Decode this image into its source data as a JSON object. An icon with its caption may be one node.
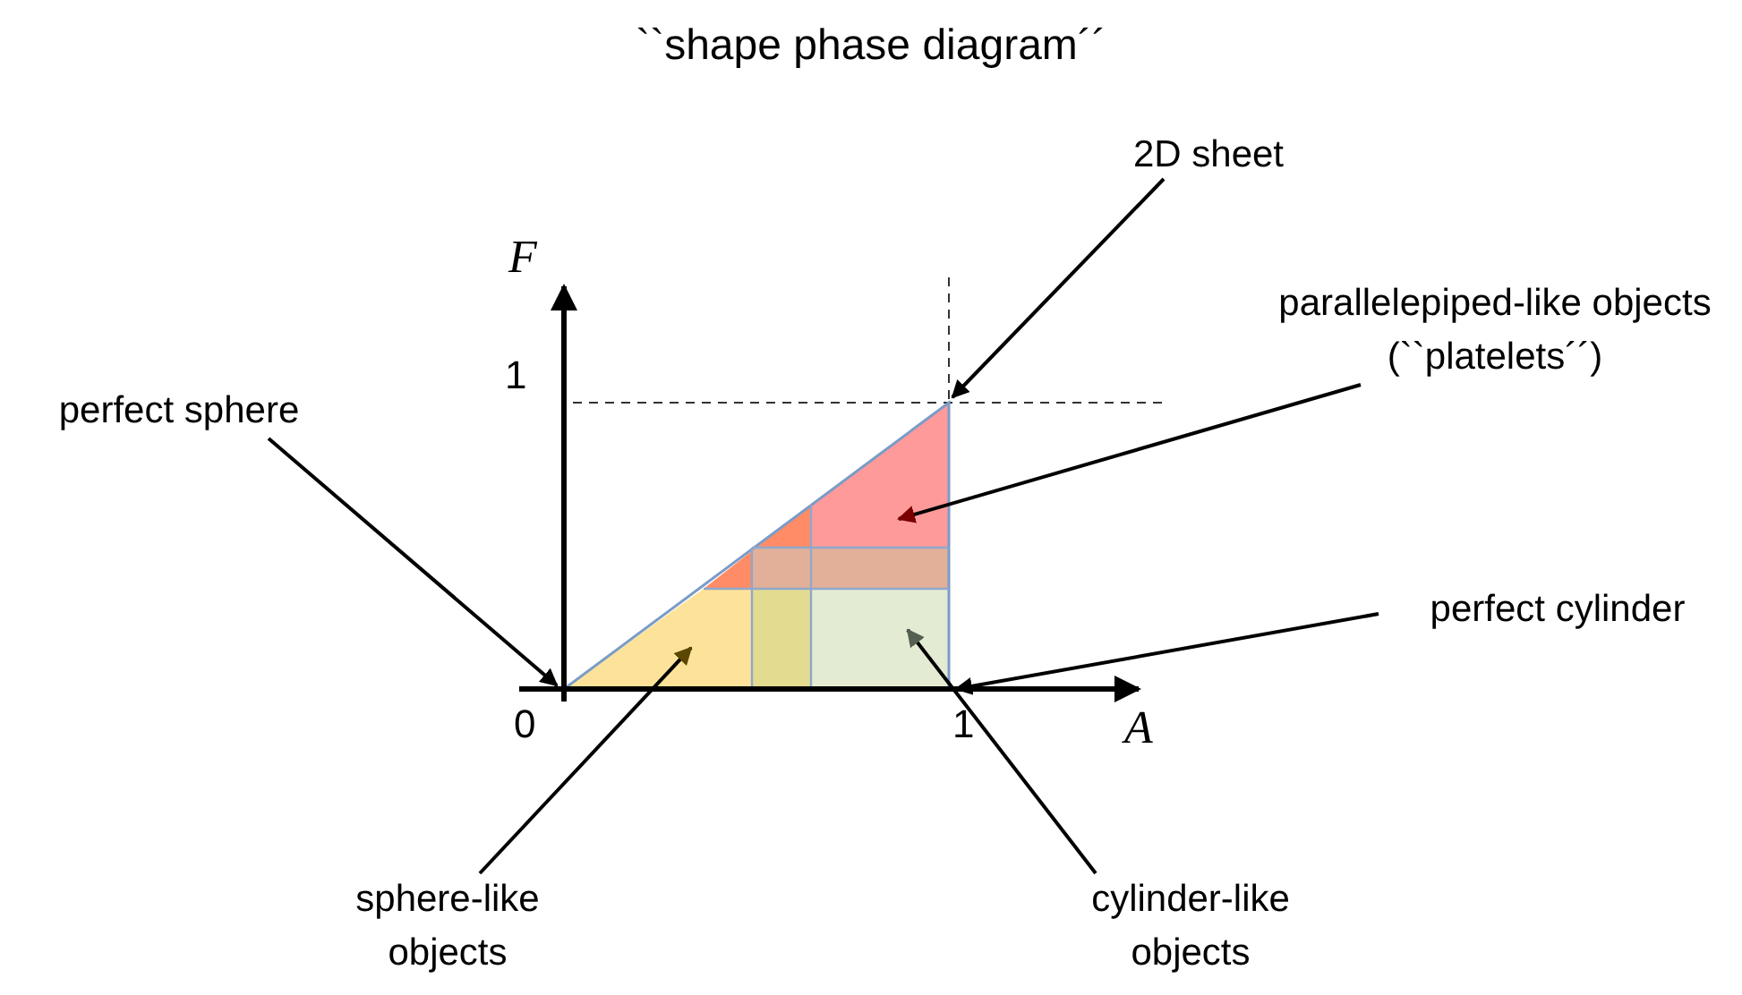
{
  "diagram": {
    "title": "``shape phase diagram´´",
    "nodes": [
      {
        "text": [
          "2D sheet"
        ]
      },
      {
        "text": [
          "parallelepiped-like objects (``platelets´´)"
        ]
      },
      {
        "text": [
          "perfect sphere"
        ]
      },
      {
        "text": [
          "perfect cylinder"
        ]
      },
      {
        "text": [
          "sphere-like objects"
        ]
      },
      {
        "text": [
          "cylinder-like objects"
        ]
      },
      {
        "text": [],
        "shape": "polygon"
      },
      {
        "text": [],
        "shape": "polygon"
      },
      {
        "text": [],
        "shape": "box"
      }
    ],
    "edges": [
      {
        "from": 0,
        "to": 7,
        "arrow": "to"
      },
      {
        "from": 1,
        "to": 7,
        "arrow": "to"
      },
      {
        "from": 2,
        "to": 6,
        "arrow": "to"
      },
      {
        "from": 3,
        "to": 8,
        "arrow": "to"
      },
      {
        "from": 4,
        "to": 6,
        "arrow": "to"
      },
      {
        "from": 5,
        "to": 8,
        "arrow": "to"
      }
    ],
    "labels": [
      "F",
      "1",
      "0",
      "1",
      "A"
    ]
  }
}
